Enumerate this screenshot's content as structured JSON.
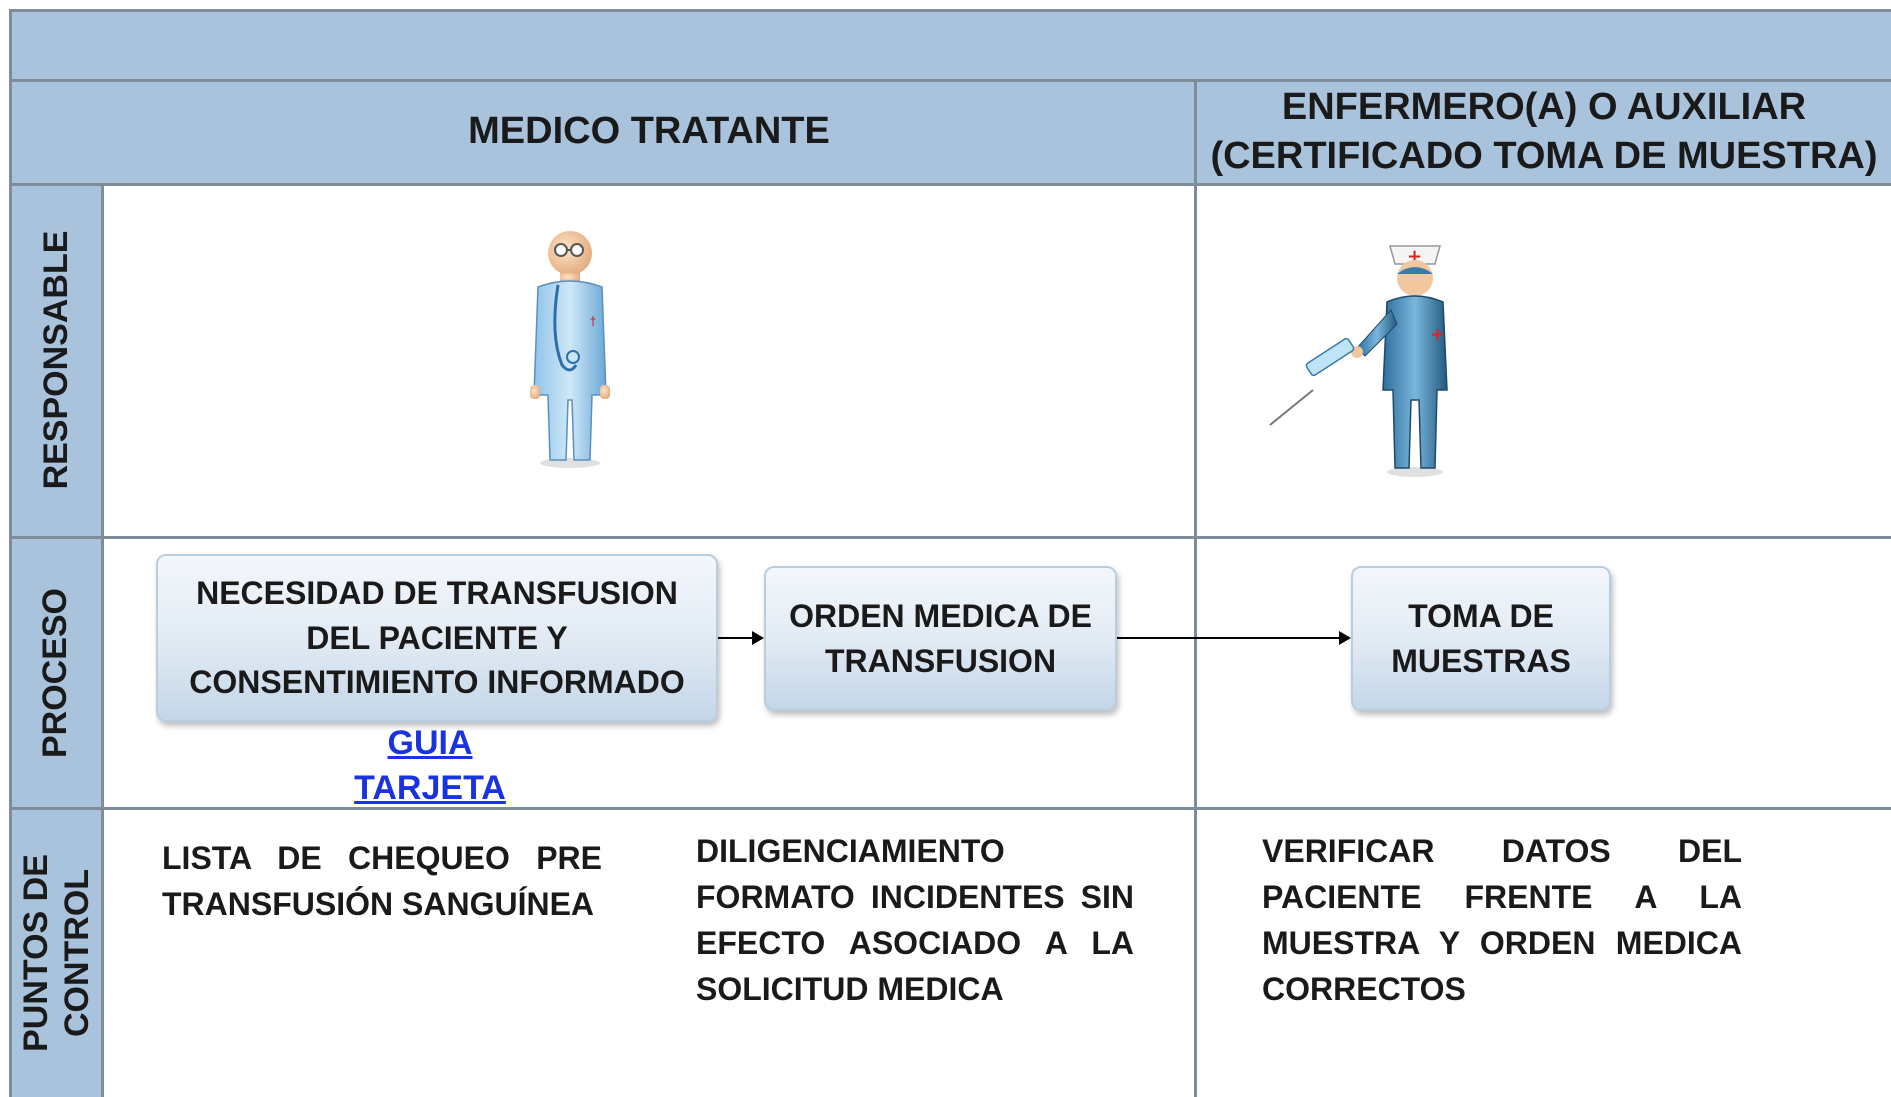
{
  "columns": {
    "medico": "MEDICO TRATANTE",
    "enfermero": [
      "ENFERMERO(A) O AUXILIAR",
      "(CERTIFICADO TOMA DE MUESTRA)"
    ]
  },
  "rows": {
    "responsable": "RESPONSABLE",
    "proceso": "PROCESO",
    "puntos_de_control": [
      "PUNTOS DE",
      "CONTROL"
    ]
  },
  "process": {
    "step1": [
      "NECESIDAD DE TRANSFUSION",
      "DEL PACIENTE Y",
      "CONSENTIMIENTO INFORMADO"
    ],
    "step2": [
      "ORDEN MEDICA DE",
      "TRANSFUSION"
    ],
    "step3": [
      "TOMA DE",
      "MUESTRAS"
    ]
  },
  "links": {
    "guia": "GUIA",
    "tarjeta": "TARJETA"
  },
  "controls": {
    "medico_1": "LISTA DE CHEQUEO PRE TRANSFUSIÓN SANGUÍNEA",
    "medico_2": "DILIGENCIAMIENTO FORMATO INCIDENTES SIN EFECTO ASOCIADO A LA SOLICITUD MEDICA",
    "enfermero_1": "VERIFICAR DATOS DEL PACIENTE FRENTE A LA MUESTRA Y ORDEN MEDICA CORRECTOS"
  },
  "icons": {
    "doctor": "doctor-icon",
    "nurse": "nurse-syringe-icon"
  },
  "colors": {
    "header_band": "#a9c3dd",
    "grid_line": "#7f8d9b",
    "link": "#1a33e0"
  }
}
